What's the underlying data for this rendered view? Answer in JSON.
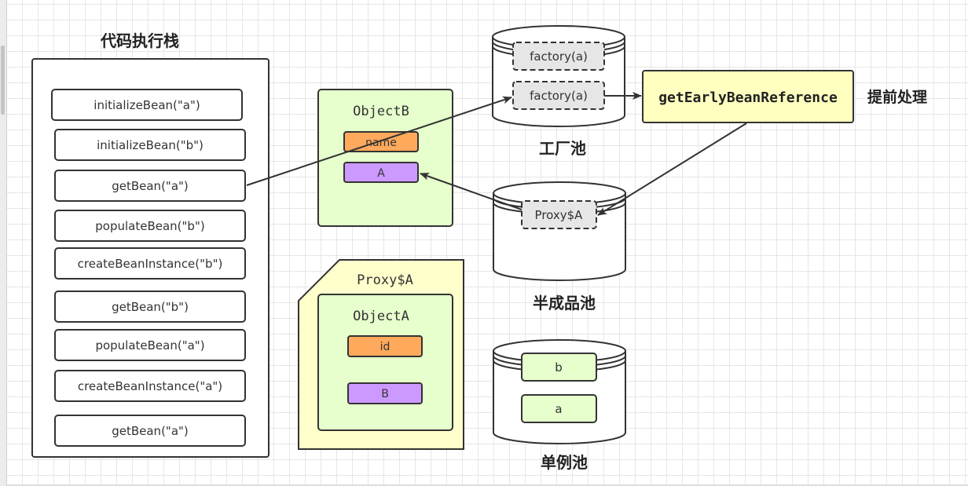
{
  "stack": {
    "title": "代码执行栈",
    "items": [
      "initializeBean(\"a\")",
      "initializeBean(\"b\")",
      "getBean(\"a\")",
      "populateBean(\"b\")",
      "createBeanInstance(\"b\")",
      "getBean(\"b\")",
      "populateBean(\"a\")",
      "createBeanInstance(\"a\")",
      "getBean(\"a\")"
    ]
  },
  "objectB": {
    "title": "ObjectB",
    "fields": [
      "name",
      "A"
    ]
  },
  "proxyA": {
    "title": "Proxy$A",
    "inner": {
      "title": "ObjectA",
      "fields": [
        "id",
        "B"
      ]
    }
  },
  "factoryPool": {
    "label": "工厂池",
    "items": [
      "factory(a)",
      "factory(a)"
    ]
  },
  "earlyRef": {
    "label": "getEarlyBeanReference",
    "note": "提前处理"
  },
  "halfPool": {
    "label": "半成品池",
    "items": [
      "Proxy$A"
    ]
  },
  "singletonPool": {
    "label": "单例池",
    "items": [
      "b",
      "a"
    ]
  },
  "colors": {
    "orange": "#ffa95c",
    "purple": "#cc99ff",
    "green": "#e6ffcc",
    "lightYellow": "#ffffcc",
    "yellowBox": "#ffffc0",
    "grayBox": "#e6e6e6",
    "stroke": "#333333"
  }
}
